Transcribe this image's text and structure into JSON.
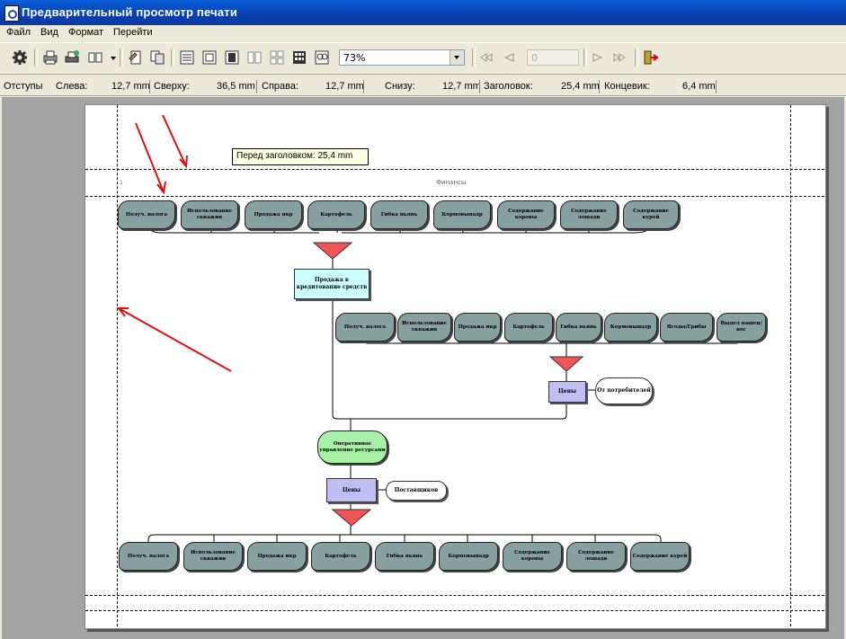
{
  "window": {
    "title": "Предварительный просмотр печати"
  },
  "menu": [
    "Файл",
    "Вид",
    "Формат",
    "Перейти"
  ],
  "toolbar": {
    "zoom": "73%",
    "page": "0"
  },
  "margins": {
    "label": "Отступы",
    "left_label": "Слева:",
    "left": "12,7 mm",
    "top_label": "Сверху:",
    "top": "36,5 mm",
    "right_label": "Справа:",
    "right": "12,7 mm",
    "bottom_label": "Снизу:",
    "bottom": "12,7 mm",
    "header_label": "Заголовок:",
    "header": "25,4 mm",
    "footer_label": "Концевик:",
    "footer": "6,4 mm"
  },
  "tooltip": "Перед заголовком: 25,4 mm",
  "page": {
    "number": "1",
    "header_title": "Финансы",
    "row1": [
      "Получ. налога",
      "Использование скважин",
      "Продажа икр",
      "Картофель",
      "Гибка пьянь",
      "Кормовынадр",
      "Содержание коровы",
      "Содержание лошади",
      "Содержание курей"
    ],
    "hub1": "",
    "process1": "Продажа в кредитование средств",
    "row2": [
      "Получ. налога",
      "Использование скважин",
      "Продажа икр",
      "Картофель",
      "Гибка пьянь",
      "Кормовынадр",
      "Ягоды/Грибы",
      "Выдел пашен/пос"
    ],
    "hub2": "",
    "price_box": "Цены",
    "consumer_note": "От потребителей",
    "ops_node": "Оперативное управление ресурсами",
    "price_box2": "Цены",
    "supplier_note": "Поставщиков",
    "hub3": "",
    "row3": [
      "Получ. налога",
      "Использование скважин",
      "Продажа икр",
      "Картофель",
      "Гибка пьянь",
      "Кормовынадр",
      "Содержание коровы",
      "Содержание лошади",
      "Содержание курей"
    ]
  },
  "colors": {
    "node": "#87a0a0",
    "hub": "#f25555",
    "process1": "#ccffff",
    "price": "#bfbff5",
    "ops": "#a8f0a8",
    "arrow": "#e01010"
  }
}
